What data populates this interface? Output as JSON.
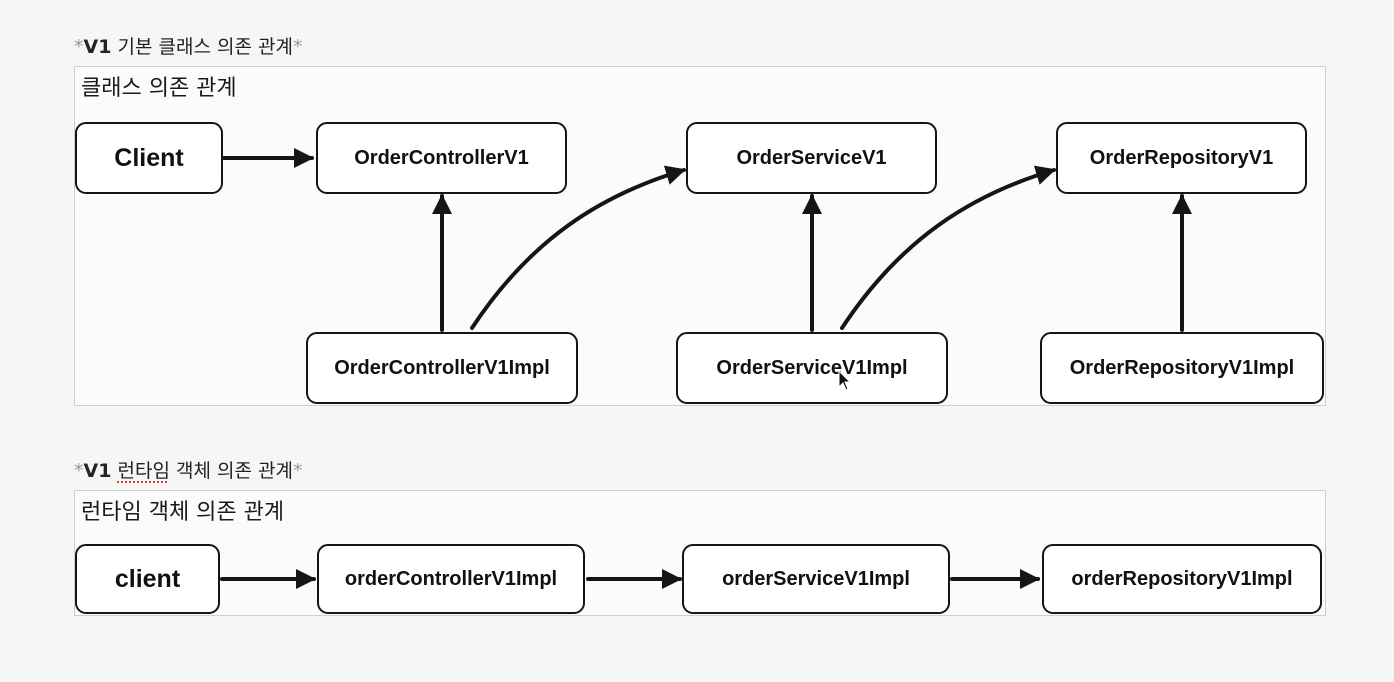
{
  "sections": {
    "class_heading": {
      "asterisk_open": "*",
      "version": "V1",
      "text": "기본 클래스 의존 관계",
      "asterisk_close": "*"
    },
    "class_panel_title": "클래스 의존 관계",
    "runtime_heading": {
      "asterisk_open": "*",
      "version": "V1",
      "squiggle_word": "런타임",
      "text": "객체 의존 관계",
      "asterisk_close": "*"
    },
    "runtime_panel_title": "런타임 객체 의존 관계"
  },
  "class_diagram": {
    "client": "Client",
    "controller_interface": "OrderControllerV1",
    "service_interface": "OrderServiceV1",
    "repository_interface": "OrderRepositoryV1",
    "controller_impl": "OrderControllerV1Impl",
    "service_impl": "OrderServiceV1Impl",
    "repository_impl": "OrderRepositoryV1Impl"
  },
  "runtime_diagram": {
    "client": "client",
    "controller_impl": "orderControllerV1Impl",
    "service_impl": "orderServiceV1Impl",
    "repository_impl": "orderRepositoryV1Impl"
  },
  "colors": {
    "stroke": "#151515",
    "panel_border": "#cfcfcf",
    "squiggle": "#e03030"
  }
}
